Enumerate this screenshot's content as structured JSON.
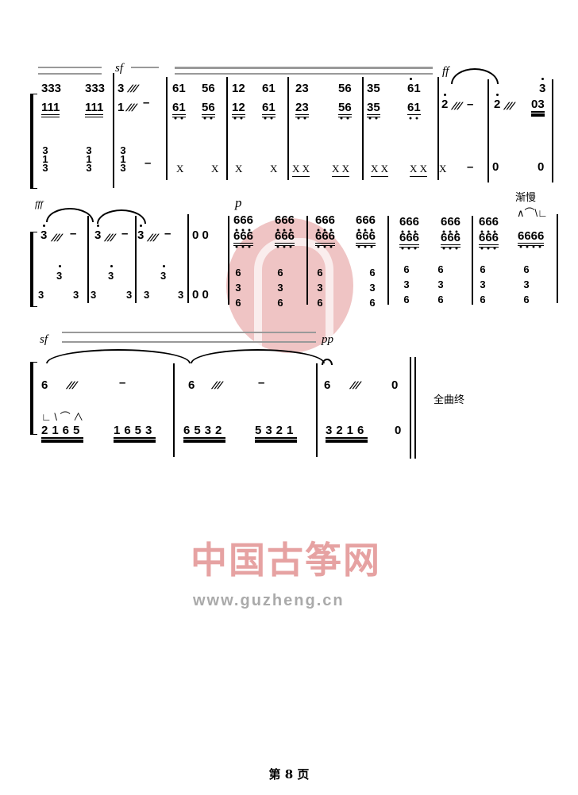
{
  "system1": {
    "dynamics": {
      "sf": "sf",
      "ff": "ff"
    },
    "upper": [
      "333",
      "333",
      "3",
      "61",
      "56",
      "12",
      "61",
      "23",
      "56",
      "35",
      "61",
      "2",
      "2",
      "3"
    ],
    "lower": [
      "111",
      "111",
      "1",
      "61",
      "56",
      "12",
      "61",
      "23",
      "56",
      "35",
      "61",
      "03"
    ],
    "tremolo": "///",
    "dash": "–",
    "bass_chord": "3\n1\n3",
    "x_mark": "X",
    "xx_mark": "X X",
    "rest": "0"
  },
  "system2": {
    "dynamics": {
      "fff": "fff",
      "p": "p"
    },
    "tempo_marking": "渐慢",
    "upper_note": "3",
    "rests": "0 0",
    "chord_top": "666",
    "chord_bottom": "666",
    "final_group": "6666",
    "finger_marks": "∧⌒\\∟",
    "bass_top": "3",
    "bass_col": "6\n3\n6",
    "bass_low": "3"
  },
  "system3": {
    "dynamics": {
      "sf": "sf",
      "pp": "pp"
    },
    "upper_note": "6",
    "rest": "0",
    "finger_marks": "∟ \\ ⌒ ∧",
    "bass_groups": [
      "2165",
      "1653",
      "6532",
      "5321",
      "3216"
    ],
    "end_text": "全曲终"
  },
  "watermark": {
    "name": "中国古筝网",
    "url": "www.guzheng.cn",
    "color": "#e6a2a2"
  },
  "footer": {
    "page_label": "第 8 页"
  }
}
